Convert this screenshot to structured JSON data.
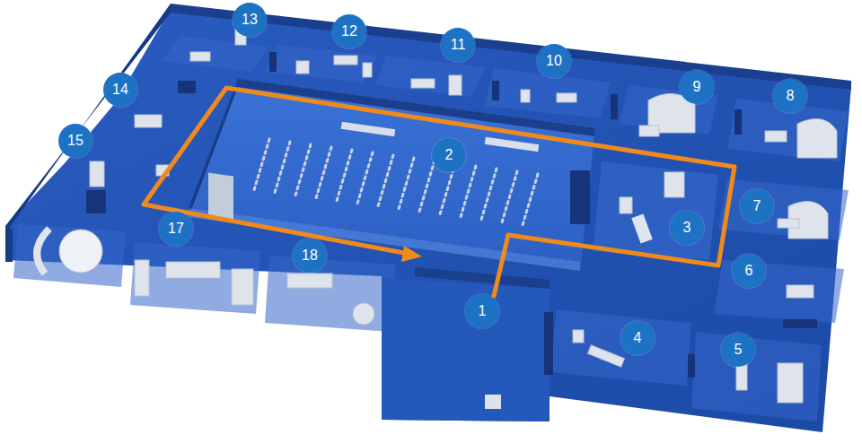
{
  "diagram": {
    "labels": [
      "13",
      "12",
      "11",
      "10",
      "9",
      "8",
      "14",
      "2",
      "15",
      "7",
      "3",
      "17",
      "18",
      "6",
      "1",
      "4",
      "5"
    ]
  }
}
